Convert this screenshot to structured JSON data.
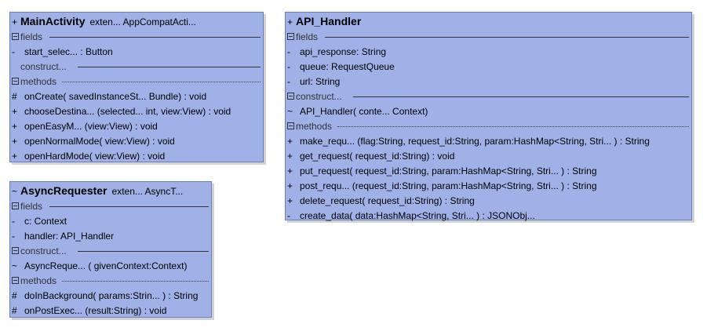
{
  "classes": {
    "main": {
      "visibility": "+",
      "name": "MainActivity",
      "extends": "exten...  AppCompatActi...",
      "fields_label": "fields",
      "fields": [
        {
          "v": "-",
          "text": "start_selec...  : Button"
        }
      ],
      "construct_label": "construct...",
      "methods_label": "methods",
      "methods": [
        {
          "v": "#",
          "text": "onCreate( savedInstanceSt...  Bundle) : void"
        },
        {
          "v": "+",
          "text": "chooseDestina...  (selected...  int,  view:View) : void"
        },
        {
          "v": "+",
          "text": "openEasyM...  (view:View) : void"
        },
        {
          "v": "+",
          "text": "openNormalMode( view:View) : void"
        },
        {
          "v": "+",
          "text": "openHardMode( view:View) : void"
        }
      ]
    },
    "async": {
      "visibility": "~",
      "name": "AsyncRequester",
      "extends": "exten...  AsyncT...",
      "fields_label": "fields",
      "fields": [
        {
          "v": "-",
          "text": "c: Context"
        },
        {
          "v": "-",
          "text": "handler: API_Handler"
        }
      ],
      "construct_label": "construct...",
      "constructors": [
        {
          "v": "~",
          "text": "AsyncReque...  ( givenContext:Context)"
        }
      ],
      "methods_label": "methods",
      "methods": [
        {
          "v": "#",
          "text": "doInBackground( params:Strin...  ) : String"
        },
        {
          "v": "#",
          "text": "onPostExec...  (result:String) : void"
        }
      ]
    },
    "api": {
      "visibility": "+",
      "name": "API_Handler",
      "fields_label": "fields",
      "fields": [
        {
          "v": "-",
          "text": "api_response: String"
        },
        {
          "v": "-",
          "text": "queue: RequestQueue"
        },
        {
          "v": "-",
          "text": "url: String"
        }
      ],
      "construct_label": "construct...",
      "constructors": [
        {
          "v": "~",
          "text": "API_Handler( conte...  Context)"
        }
      ],
      "methods_label": "methods",
      "methods": [
        {
          "v": "+",
          "text": "make_requ...  (flag:String,  request_id:String,  param:HashMap<String, Stri...  ) : String"
        },
        {
          "v": "+",
          "text": "get_request( request_id:String) : void"
        },
        {
          "v": "+",
          "text": "put_request( request_id:String,  param:HashMap<String, Stri...  ) : String"
        },
        {
          "v": "+",
          "text": "post_requ...  (request_id:String,  param:HashMap<String, Stri...  ) : String"
        },
        {
          "v": "+",
          "text": "delete_request( request_id:String) : String"
        },
        {
          "v": "-",
          "text": "create_data( data:HashMap<String, Stri...  ) : JSONObj..."
        }
      ]
    }
  }
}
